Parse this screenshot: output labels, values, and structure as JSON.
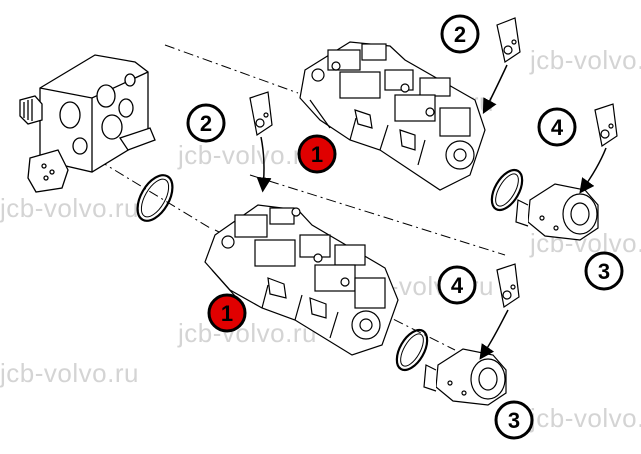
{
  "watermark": "jcb-volvo.ru",
  "callouts": [
    {
      "label": "2"
    },
    {
      "label": "1"
    },
    {
      "label": "2"
    },
    {
      "label": "1"
    },
    {
      "label": "4"
    },
    {
      "label": "3"
    },
    {
      "label": "4"
    },
    {
      "label": "3"
    }
  ],
  "colors": {
    "highlight": "#e00000",
    "line": "#000000",
    "background": "#ffffff",
    "watermark": "#d4d4d4"
  }
}
